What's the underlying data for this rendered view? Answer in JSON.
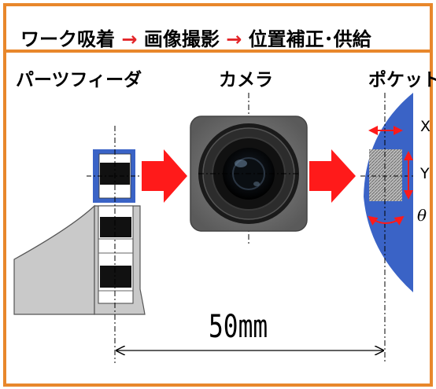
{
  "header": {
    "step1": "ワーク吸着",
    "arrow": "→",
    "step2": "画像撮影",
    "step3": "位置補正･供給"
  },
  "labels": {
    "parts_feeder": "パーツフィーダ",
    "camera": "カメラ",
    "pocket": "ポケット"
  },
  "axes": {
    "x": "X",
    "y": "Y",
    "theta": "θ"
  },
  "dimension": "50mm",
  "colors": {
    "frame": "#e8872b",
    "arrow_red": "#ff1a1a",
    "pocket_blue": "#3a63c6",
    "feeder_gray": "#c8c8c8",
    "camera_body": "#6a6a6a"
  }
}
